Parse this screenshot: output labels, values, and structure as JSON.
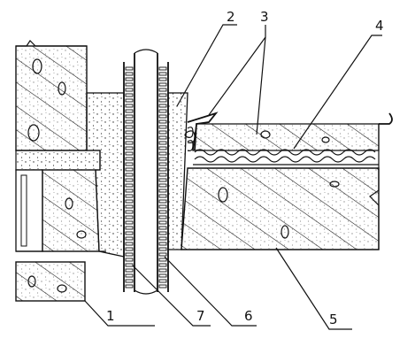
{
  "figure": {
    "callouts": [
      {
        "id": "1",
        "text": "1"
      },
      {
        "id": "2",
        "text": "2"
      },
      {
        "id": "3",
        "text": "3"
      },
      {
        "id": "4",
        "text": "4"
      },
      {
        "id": "5",
        "text": "5"
      },
      {
        "id": "6",
        "text": "6"
      },
      {
        "id": "7",
        "text": "7"
      }
    ],
    "colors": {
      "ink": "#111111",
      "paper": "#ffffff"
    }
  }
}
